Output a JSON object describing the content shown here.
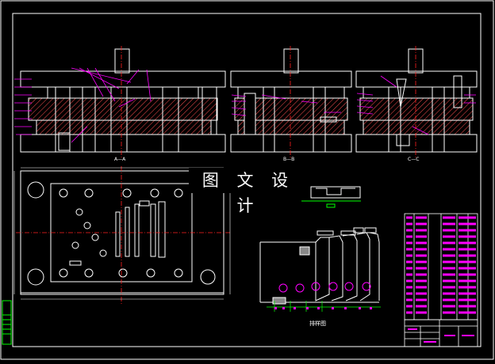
{
  "watermark_text": "图 文 设 计",
  "section_labels": [
    "A—A",
    "B—B",
    "C—C"
  ],
  "layout_caption": "排样图",
  "colors": {
    "background": "#000000",
    "frame": "#ffffff",
    "structure": "#ffffff",
    "leader_lines": "#ff00ff",
    "hatch": "#ff5050",
    "center_lines": "#ff2020",
    "dimension": "#00ff00",
    "label_text": "#ff00ff"
  }
}
